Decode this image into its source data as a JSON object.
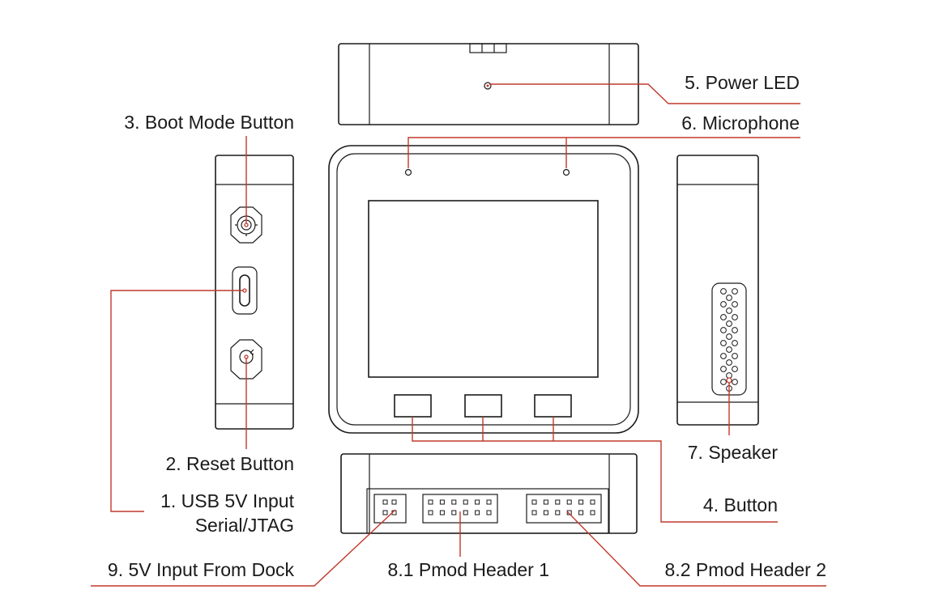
{
  "labels": {
    "power_led": "5. Power LED",
    "microphone": "6. Microphone",
    "boot_mode_button": "3. Boot Mode Button",
    "reset_button": "2. Reset Button",
    "usb_input_line1": "1. USB 5V Input",
    "usb_input_line2": "Serial/JTAG",
    "speaker": "7. Speaker",
    "button": "4. Button",
    "input_from_dock": "9. 5V Input From Dock",
    "pmod_header_1": "8.1 Pmod Header 1",
    "pmod_header_2": "8.2 Pmod Header 2"
  },
  "colors": {
    "outline": "#1a1a1a",
    "leader": "#c0392b",
    "background": "#ffffff"
  }
}
